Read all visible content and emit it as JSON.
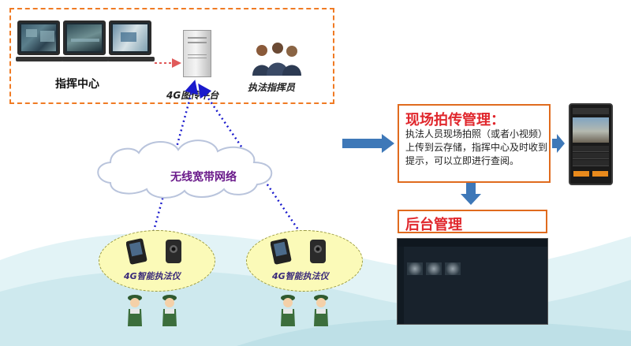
{
  "control_center": {
    "label": "指挥中心",
    "platform_label": "4G图传平台",
    "commanders_label": "执法指挥员"
  },
  "network": {
    "label": "无线宽带网络"
  },
  "devices": [
    {
      "label": "4G智能执法仪"
    },
    {
      "label": "4G智能执法仪"
    }
  ],
  "photo_mgmt": {
    "title": "现场拍传管理：",
    "description": "执法人员现场拍照（或者小视频）上传到云存储，指挥中心及时收到提示，可以立即进行查阅。"
  },
  "backend": {
    "title": "后台管理"
  },
  "colors": {
    "dashed_border": "#f07b24",
    "title_red": "#e0262c",
    "arrow_blue": "#3e78b8",
    "link_blue": "#1a1acc"
  }
}
